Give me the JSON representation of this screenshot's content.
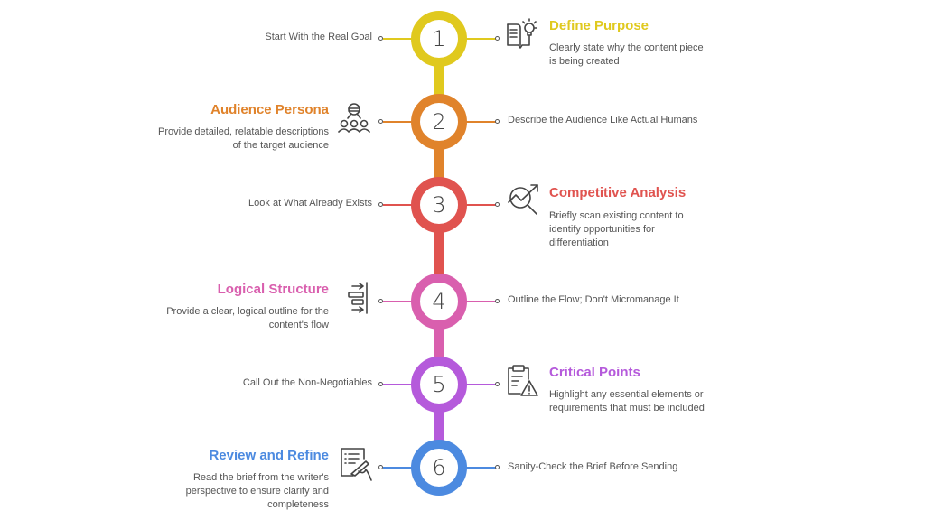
{
  "diagram": {
    "steps": [
      {
        "number": "1",
        "color": "#E0C91E",
        "short_label": "Start With the Real Goal",
        "short_label_side": "left",
        "title": "Define Purpose",
        "title_side": "right",
        "description": "Clearly state why the content piece is being created",
        "icon": "book-lightbulb-icon"
      },
      {
        "number": "2",
        "color": "#E0832B",
        "short_label": "Describe the Audience Like Actual Humans",
        "short_label_side": "right",
        "title": "Audience Persona",
        "title_side": "left",
        "description": "Provide detailed, relatable descriptions of the target audience",
        "icon": "audience-group-icon"
      },
      {
        "number": "3",
        "color": "#E0534F",
        "short_label": "Look at What Already Exists",
        "short_label_side": "left",
        "title": "Competitive Analysis",
        "title_side": "right",
        "description": "Briefly scan existing content to identify opportunities for differentiation",
        "icon": "trend-magnifier-icon"
      },
      {
        "number": "4",
        "color": "#D95FAE",
        "short_label": "Outline the Flow; Don't Micromanage It",
        "short_label_side": "right",
        "title": "Logical Structure",
        "title_side": "left",
        "description": "Provide a clear, logical outline for the content's flow",
        "icon": "align-structure-icon"
      },
      {
        "number": "5",
        "color": "#B55ADB",
        "short_label": "Call Out the Non-Negotiables",
        "short_label_side": "left",
        "title": "Critical Points",
        "title_side": "right",
        "description": "Highlight any essential elements or requirements that must be included",
        "icon": "clipboard-warning-icon"
      },
      {
        "number": "6",
        "color": "#4C8AE0",
        "short_label": "Sanity-Check the Brief Before Sending",
        "short_label_side": "right",
        "title": "Review and Refine",
        "title_side": "left",
        "description": "Read the brief from the writer's perspective to ensure clarity and completeness",
        "icon": "document-pen-icon"
      }
    ]
  }
}
